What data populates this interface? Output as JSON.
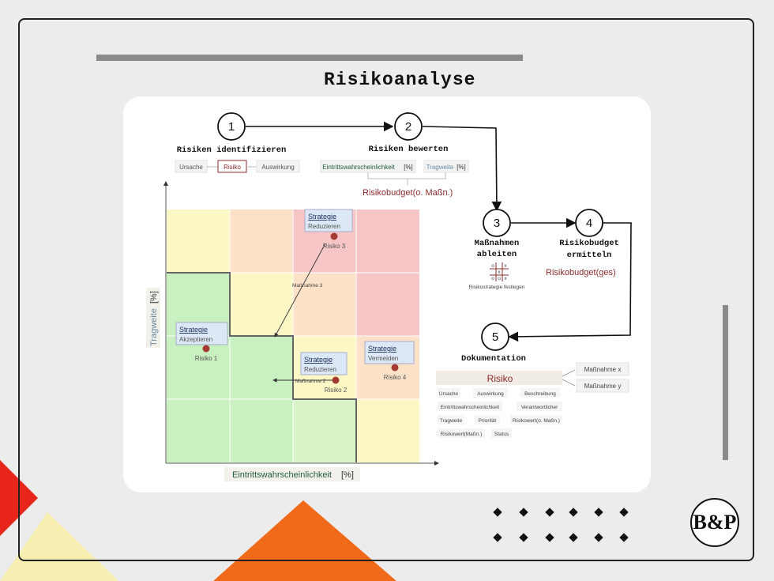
{
  "title": "Risikoanalyse",
  "steps": [
    {
      "num": "1",
      "label": "Risiken identifizieren"
    },
    {
      "num": "2",
      "label": "Risiken bewerten"
    },
    {
      "num": "3",
      "label_line1": "Maßnahmen",
      "label_line2": "ableiten"
    },
    {
      "num": "4",
      "label_line1": "Risikobudget",
      "label_line2": "ermitteln"
    },
    {
      "num": "5",
      "label": "Dokumentation"
    }
  ],
  "identify": {
    "cause": "Ursache",
    "risk": "Risiko",
    "effect": "Auswirkung"
  },
  "evaluate": {
    "likelihood": "Eintrittswahrscheinlichkeit",
    "likelihood_unit": "[%]",
    "impact": "Tragweite",
    "impact_unit": "[%]",
    "budget_prefix": "Risikobudget",
    "budget_suffix": "(o. Maßn.)"
  },
  "measures": {
    "caption": "Risikostrategie festlegen",
    "grid": [
      "o",
      "x",
      "",
      "",
      "x",
      "",
      "o",
      "o",
      "x"
    ]
  },
  "budget_total": {
    "prefix": "Risikobudget",
    "suffix": "(ges)"
  },
  "doc": {
    "header": "Risiko",
    "measures": [
      "Maßnahme x",
      "Maßnahme y"
    ],
    "fields": [
      "Ursache",
      "Auswirkung",
      "Beschreibung",
      "Eintrittswahrscheinlichkeit",
      "Verantwortlicher",
      "Tragweite",
      "Priorität",
      "Risikowert(o. Maßn.)",
      "Risikowert(Maßn.)",
      "Status"
    ]
  },
  "matrix": {
    "xlabel": "Eintrittswahrscheinlichkeit",
    "xunit": "[%]",
    "ylabel": "Tragweite",
    "yunit": "[%]",
    "colors": {
      "green": "#c8f0c0",
      "yellow": "#fbf8c6",
      "orange": "#fbe1c8",
      "red": "#f6c6c6"
    },
    "strategies": [
      {
        "title": "Strategie",
        "sub": "Akzeptieren"
      },
      {
        "title": "Strategie",
        "sub": "Reduzieren"
      },
      {
        "title": "Strategie",
        "sub": "Reduzieren"
      },
      {
        "title": "Strategie",
        "sub": "Vermeiden"
      }
    ],
    "risks": [
      "Risiko 1",
      "Risiko 2",
      "Risiko 3",
      "Risiko 4"
    ],
    "measures": [
      "Maßnahme 3",
      "Maßnahme 2"
    ]
  },
  "accent_colors": {
    "red": "#e8251b",
    "orange": "#f06a1a",
    "yellow": "#f7efb2",
    "dark_red": "#8b2a2a"
  }
}
